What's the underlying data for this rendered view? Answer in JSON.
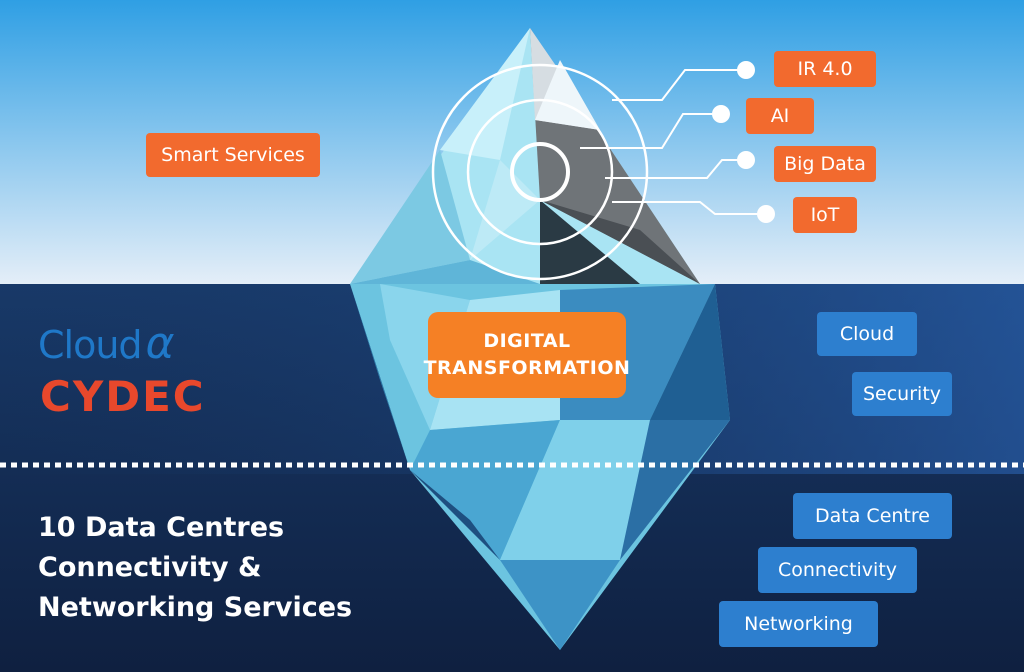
{
  "top_labels": {
    "smart_services": "Smart Services",
    "ir40": "IR 4.0",
    "ai": "AI",
    "big_data": "Big Data",
    "iot": "IoT"
  },
  "center_label": {
    "line1": "DIGITAL",
    "line2": "TRANSFORMATION"
  },
  "logos": {
    "cloud_alpha_word": "Cloud",
    "cloud_alpha_symbol": "α",
    "cydec": "CYDEC"
  },
  "mid_right_labels": {
    "cloud": "Cloud",
    "security": "Security"
  },
  "bottom_left_text": {
    "line1": "10 Data Centres",
    "line2": "Connectivity &",
    "line3": "Networking Services"
  },
  "bottom_right_labels": {
    "data_centre": "Data Centre",
    "connectivity": "Connectivity",
    "networking": "Networking"
  },
  "colors": {
    "sky_top": "#3aa8e8",
    "sky_bottom": "#e3eef7",
    "water": "#16325a",
    "orange": "#f26a2e",
    "blue_tag": "#2d7fcf",
    "iceberg": "#8fd3ea"
  }
}
